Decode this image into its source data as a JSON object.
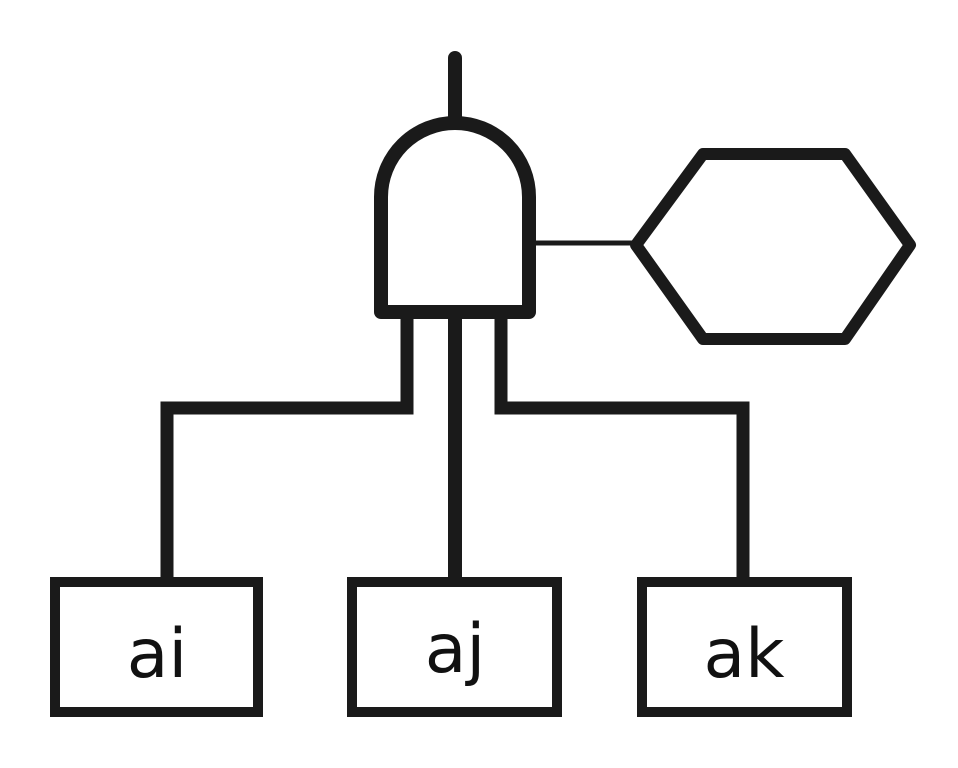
{
  "diagram": {
    "gate_type": "AND",
    "inputs": [
      {
        "label": "ai"
      },
      {
        "label": "aj"
      },
      {
        "label": "ak"
      }
    ],
    "colors": {
      "stroke": "#1a1a1a",
      "background": "#ffffff"
    }
  }
}
